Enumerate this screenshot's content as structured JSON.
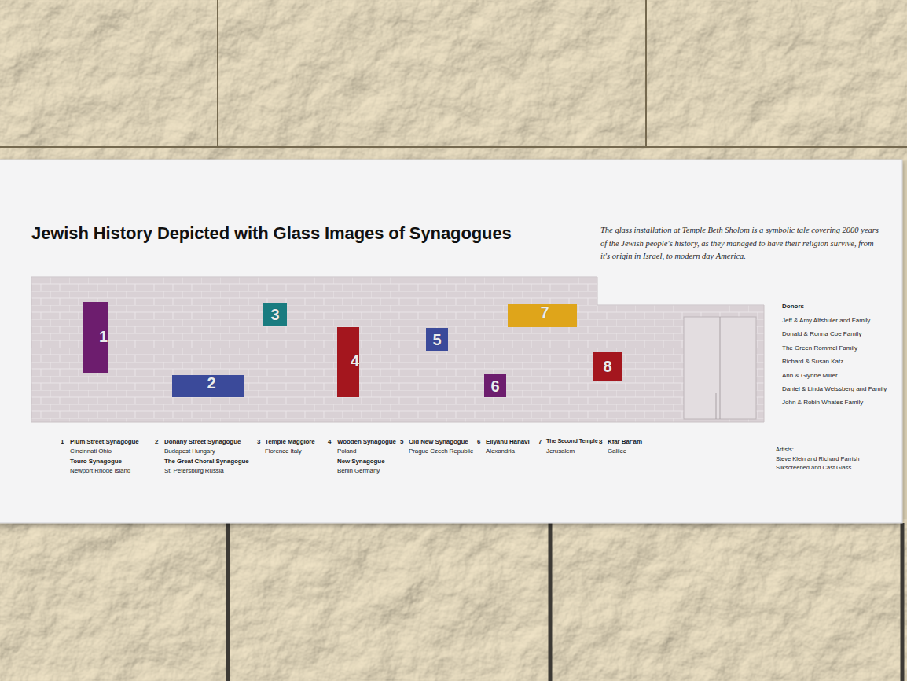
{
  "diagram": {
    "title": "Jewish History Depicted with Glass Images of Synagogues",
    "nodes": [
      {
        "text": [
          "1"
        ]
      },
      {
        "text": [
          "2"
        ]
      },
      {
        "text": [
          "3"
        ]
      },
      {
        "text": [
          "4"
        ]
      },
      {
        "text": [
          "5"
        ]
      },
      {
        "text": [
          "6"
        ]
      },
      {
        "text": [
          "7"
        ]
      },
      {
        "text": [
          "8"
        ]
      }
    ],
    "labels": [
      "The glass installation at Temple Beth Sholom is a symbolic tale covering 2000 years of the Jewish people's history, as they managed to have their religion survive, from it's origin in Israel, to modern day America.",
      "Donors",
      "Jeff & Amy Altshuler and Family",
      "Donald & Ronna Coe Family",
      "The Green Rommel Family",
      "Richard & Susan Katz",
      "Ann & Glynne Miller",
      "Daniel & Linda Weissberg and Family",
      "John & Robin Whates Family",
      "Artists:",
      "Steve Klein and Richard Parrish",
      "Silkscreened and Cast Glass",
      "1",
      "Plum Street Synagogue",
      "Cincinnati Ohio",
      "Touro Synagogue",
      "Newport Rhode Island",
      "2",
      "Dohany Street Synagogue",
      "Budapest Hungary",
      "The Great Choral Synagogue",
      "St. Petersburg Russia",
      "3",
      "Temple Maggiore",
      "Florence Italy",
      "4",
      "Wooden Synagogue",
      "Poland",
      "New Synagogue",
      "Berlin Germany",
      "5",
      "Old New Synagogue",
      "Prague Czech Republic",
      "6",
      "Eliyahu Hanavi",
      "Alexandria",
      "7",
      "The Second Temple",
      "Jerusalem",
      "8",
      "Kfar Bar'am",
      "Galilee"
    ]
  }
}
